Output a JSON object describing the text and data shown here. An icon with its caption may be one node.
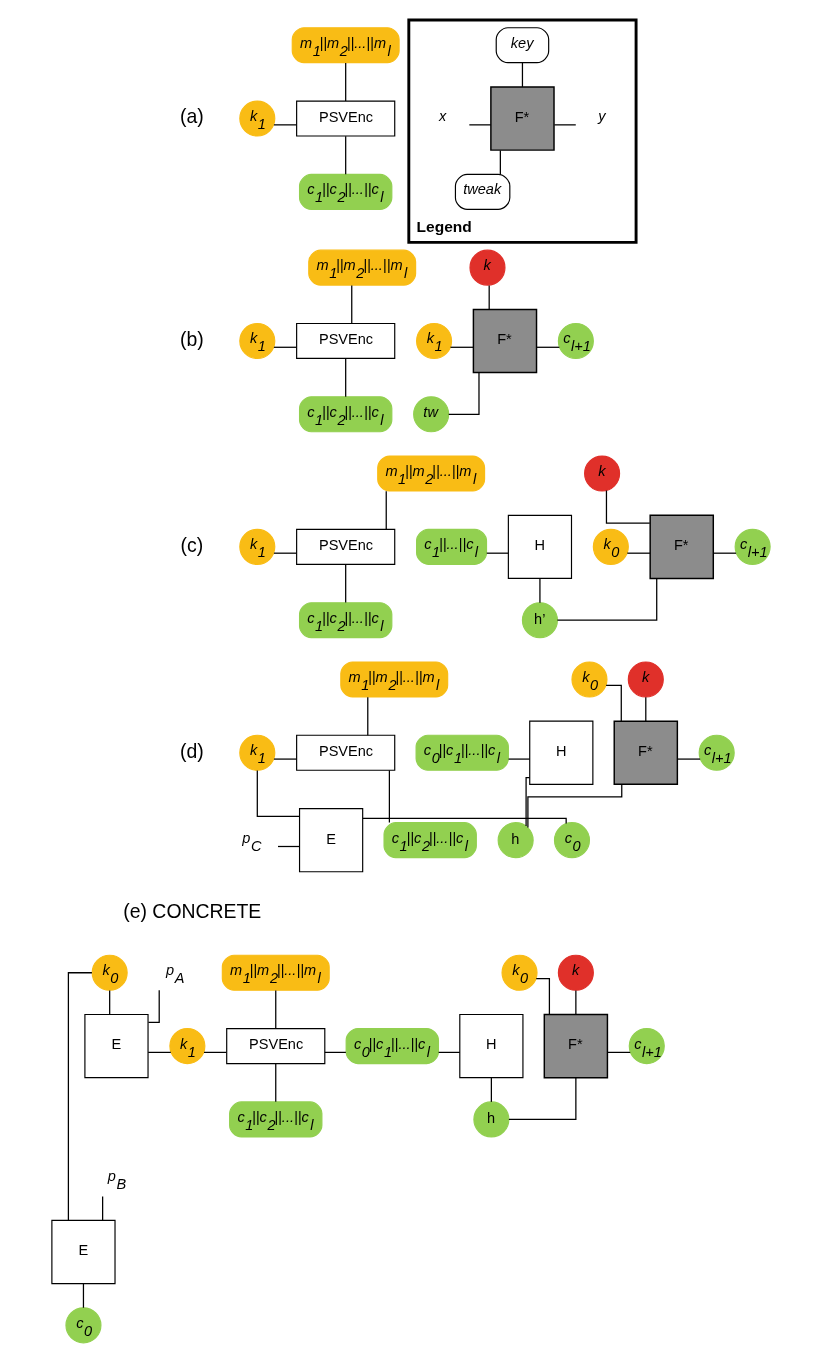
{
  "diagram": {
    "nodes": [
      {
        "text": [
          "m$_{1}$||m$_{2}$||...||m$_{l}$"
        ]
      },
      {
        "text": [
          "k$_{1}$"
        ]
      },
      {
        "text": [
          "PSVEnc"
        ]
      },
      {
        "text": [
          "c$_{1}$||c$_{2}$||...||c$_{l}$"
        ]
      },
      {
        "text": [
          "Legend"
        ]
      },
      {
        "text": [
          "key"
        ],
        "in": 4
      },
      {
        "text": [
          "x"
        ],
        "in": 4
      },
      {
        "text": [
          "F*"
        ],
        "in": 4
      },
      {
        "text": [
          "y"
        ],
        "in": 4
      },
      {
        "text": [
          "tweak"
        ],
        "in": 4
      },
      {
        "text": [
          "k"
        ]
      },
      {
        "text": [
          "m$_{1}$||m$_{2}$||...||m$_{l}$"
        ]
      },
      {
        "text": [
          "k$_{1}$"
        ]
      },
      {
        "text": [
          "PSVEnc"
        ]
      },
      {
        "text": [
          "k$_{1}$"
        ]
      },
      {
        "text": [
          "F*"
        ]
      },
      {
        "text": [
          "c$_{l+1}$"
        ]
      },
      {
        "text": [
          "c$_{1}$||c$_{2}$||...||c$_{l}$"
        ]
      },
      {
        "text": [
          "tw"
        ]
      },
      {
        "text": [
          "k"
        ]
      },
      {
        "text": [
          "m$_{1}$||m$_{2}$||...||m$_{l}$"
        ]
      },
      {
        "text": [
          "k$_{1}$"
        ]
      },
      {
        "text": [
          "PSVEnc"
        ]
      },
      {
        "text": [
          "c$_{1}$||...||c$_{l}$"
        ]
      },
      {
        "text": [
          "H"
        ]
      },
      {
        "text": [
          "k$_{0}$"
        ]
      },
      {
        "text": [
          "F*"
        ]
      },
      {
        "text": [
          "c$_{l+1}$"
        ]
      },
      {
        "text": [
          "c$_{1}$||c$_{2}$||...||c$_{l}$"
        ]
      },
      {
        "text": [
          "h’"
        ]
      },
      {
        "text": [
          "k$_{0}$"
        ]
      },
      {
        "text": [
          "k"
        ]
      },
      {
        "text": [
          "m$_{1}$||m$_{2}$||...||m$_{l}$"
        ]
      },
      {
        "text": [
          "k$_{1}$"
        ]
      },
      {
        "text": [
          "PSVEnc"
        ]
      },
      {
        "text": [
          "c$_{0}$||c$_{1}$||...||c$_{l}$"
        ]
      },
      {
        "text": [
          "H"
        ]
      },
      {
        "text": [
          "F*"
        ]
      },
      {
        "text": [
          "c$_{l+1}$"
        ]
      },
      {
        "text": [
          "c$_{1}$||c$_{2}$||...||c$_{l}$"
        ]
      },
      {
        "text": [
          "h"
        ]
      },
      {
        "text": [
          "p$_{C}$"
        ]
      },
      {
        "text": [
          "E"
        ]
      },
      {
        "text": [
          "c$_{0}$"
        ]
      },
      {
        "text": [
          "k$_{0}$"
        ]
      },
      {
        "text": [
          "p$_{A}$"
        ]
      },
      {
        "text": [
          "k$_{0}$"
        ]
      },
      {
        "text": [
          "k"
        ]
      },
      {
        "text": [
          "m$_{1}$||m$_{2}$||...||m$_{l}$"
        ]
      },
      {
        "text": [
          "E"
        ]
      },
      {
        "text": [
          "k$_{1}$"
        ]
      },
      {
        "text": [
          "PSVEnc"
        ]
      },
      {
        "text": [
          "c$_{0}$||c$_{1}$||...||c$_{l}$"
        ]
      },
      {
        "text": [
          "H"
        ]
      },
      {
        "text": [
          "F*"
        ]
      },
      {
        "text": [
          "c$_{l+1}$"
        ]
      },
      {
        "text": [
          "c$_{1}$||c$_{2}$||...||c$_{l}$"
        ]
      },
      {
        "text": [
          "h"
        ]
      },
      {
        "text": [
          "p$_{B}$"
        ]
      },
      {
        "text": [
          "E"
        ]
      },
      {
        "text": [
          "c$_{0}$"
        ]
      }
    ],
    "edges": [
      {
        "from": 0,
        "to": 2,
        "arrow": "none"
      },
      {
        "from": 1,
        "to": 2,
        "arrow": "none"
      },
      {
        "from": 2,
        "to": 3,
        "arrow": "none"
      },
      {
        "from": 5,
        "to": 7,
        "arrow": "none"
      },
      {
        "from": 6,
        "to": 7,
        "arrow": "none"
      },
      {
        "from": 7,
        "to": 8,
        "arrow": "none"
      },
      {
        "from": 7,
        "to": 9,
        "arrow": "none"
      },
      {
        "from": 11,
        "to": 13,
        "arrow": "none"
      },
      {
        "from": 12,
        "to": 13,
        "arrow": "none"
      },
      {
        "from": 13,
        "to": 17,
        "arrow": "none"
      },
      {
        "from": 10,
        "to": 15,
        "arrow": "none"
      },
      {
        "from": 14,
        "to": 15,
        "arrow": "none"
      },
      {
        "from": 15,
        "to": 16,
        "arrow": "none"
      },
      {
        "from": 15,
        "to": 18,
        "arrow": "none"
      },
      {
        "from": 20,
        "to": 22,
        "arrow": "none"
      },
      {
        "from": 21,
        "to": 22,
        "arrow": "none"
      },
      {
        "from": 22,
        "to": 28,
        "arrow": "none"
      },
      {
        "from": 19,
        "to": 26,
        "arrow": "none"
      },
      {
        "from": 23,
        "to": 24,
        "arrow": "none"
      },
      {
        "from": 25,
        "to": 26,
        "arrow": "none"
      },
      {
        "from": 26,
        "to": 27,
        "arrow": "none"
      },
      {
        "from": 24,
        "to": 29,
        "arrow": "none"
      },
      {
        "from": 26,
        "to": 29,
        "arrow": "none"
      },
      {
        "from": 32,
        "to": 34,
        "arrow": "none"
      },
      {
        "from": 33,
        "to": 34,
        "arrow": "none"
      },
      {
        "from": 34,
        "to": 39,
        "arrow": "none"
      },
      {
        "from": 33,
        "to": 42,
        "arrow": "none"
      },
      {
        "from": 41,
        "to": 42,
        "arrow": "none"
      },
      {
        "from": 42,
        "to": 43,
        "arrow": "none"
      },
      {
        "from": 35,
        "to": 36,
        "arrow": "none"
      },
      {
        "from": 36,
        "to": 40,
        "arrow": "none"
      },
      {
        "from": 37,
        "to": 40,
        "arrow": "none"
      },
      {
        "from": 30,
        "to": 37,
        "arrow": "none"
      },
      {
        "from": 31,
        "to": 37,
        "arrow": "none"
      },
      {
        "from": 37,
        "to": 38,
        "arrow": "none"
      },
      {
        "from": 44,
        "to": 49,
        "arrow": "none"
      },
      {
        "from": 44,
        "to": 59,
        "arrow": "none"
      },
      {
        "from": 45,
        "to": 49,
        "arrow": "none"
      },
      {
        "from": 58,
        "to": 59,
        "arrow": "none"
      },
      {
        "from": 59,
        "to": 60,
        "arrow": "none"
      },
      {
        "from": 49,
        "to": 50,
        "arrow": "none"
      },
      {
        "from": 50,
        "to": 51,
        "arrow": "none"
      },
      {
        "from": 48,
        "to": 51,
        "arrow": "none"
      },
      {
        "from": 51,
        "to": 56,
        "arrow": "none"
      },
      {
        "from": 51,
        "to": 52,
        "arrow": "none"
      },
      {
        "from": 52,
        "to": 53,
        "arrow": "none"
      },
      {
        "from": 53,
        "to": 57,
        "arrow": "none"
      },
      {
        "from": 54,
        "to": 57,
        "arrow": "none"
      },
      {
        "from": 46,
        "to": 54,
        "arrow": "none"
      },
      {
        "from": 47,
        "to": 54,
        "arrow": "none"
      },
      {
        "from": 54,
        "to": 55,
        "arrow": "none"
      }
    ],
    "labels": [
      "(a)",
      "(b)",
      "(c)",
      "(d)",
      "(e) CONCRETE"
    ]
  }
}
